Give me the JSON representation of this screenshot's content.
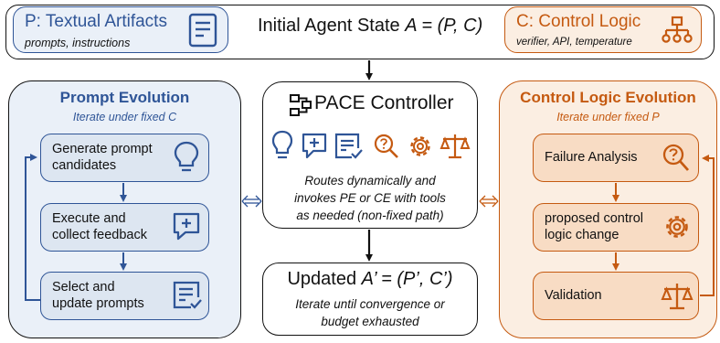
{
  "top": {
    "p_box": {
      "title": "P: Textual Artifacts",
      "subtitle": "prompts, instructions",
      "icon": "document-icon"
    },
    "state_prefix": "Initial Agent State ",
    "state_formula": "A = (P, C)",
    "c_box": {
      "title": "C: Control Logic",
      "subtitle": "verifier, API, temperature",
      "icon": "hierarchy-icon"
    }
  },
  "prompt_evolution": {
    "title": "Prompt Evolution",
    "subtitle": "Iterate under fixed C",
    "steps": [
      {
        "line1": "Generate prompt",
        "line2": "candidates",
        "icon": "lightbulb-icon"
      },
      {
        "line1": "Execute and",
        "line2": "collect feedback",
        "icon": "message-plus-icon"
      },
      {
        "line1": "Select and",
        "line2": "update prompts",
        "icon": "checklist-icon"
      }
    ]
  },
  "controller": {
    "title": "PACE Controller",
    "icon": "flow-icon",
    "tool_icons": [
      "lightbulb-icon",
      "message-plus-icon",
      "checklist-icon",
      "magnify-question-icon",
      "gear-icon",
      "scale-icon"
    ],
    "line1": "Routes dynamically and",
    "line2": "invokes PE or CE with tools",
    "line3": "as needed (non-fixed path)"
  },
  "updated": {
    "prefix": "Updated ",
    "formula": "A’ = (P’, C’)",
    "line1": "Iterate until convergence or",
    "line2": "budget exhausted"
  },
  "control_logic_evolution": {
    "title": "Control Logic Evolution",
    "subtitle": "Iterate under fixed P",
    "steps": [
      {
        "line1": "Failure Analysis",
        "line2": "",
        "icon": "magnify-question-icon"
      },
      {
        "line1": "proposed control",
        "line2": "logic change",
        "icon": "gear-icon"
      },
      {
        "line1": "Validation",
        "line2": "",
        "icon": "scale-icon"
      }
    ]
  },
  "colors": {
    "blue": "#2f5597",
    "orange": "#c55a11",
    "blue_fill": "#eaf0f8",
    "orange_fill": "#fbeee2"
  }
}
